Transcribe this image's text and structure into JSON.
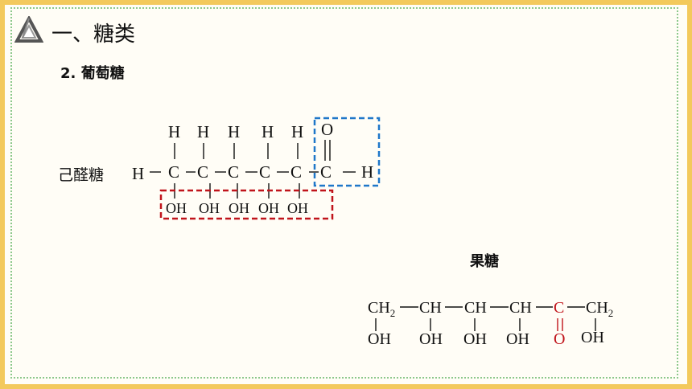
{
  "slide": {
    "section_title": "一、糖类",
    "subtitle": "2. 葡萄糖",
    "glucose_label": "己醛糖",
    "fructose_title": "果糖"
  },
  "glucose": {
    "left_h": "H",
    "top_h": [
      "H",
      "H",
      "H",
      "H",
      "H"
    ],
    "carbons": [
      "C",
      "C",
      "C",
      "C",
      "C",
      "C"
    ],
    "oxygen": "O",
    "right_h": "H",
    "hydroxyls": [
      "OH",
      "OH",
      "OH",
      "OH",
      "OH"
    ]
  },
  "fructose": {
    "groups": [
      "CH",
      "CH",
      "CH",
      "CH",
      "C",
      "CH"
    ],
    "ch2_left": "CH",
    "ch2_left_sub": "2",
    "ch2_right": "CH",
    "ch2_right_sub": "2",
    "bottom": [
      "OH",
      "OH",
      "OH",
      "OH",
      "O",
      "OH"
    ]
  },
  "colors": {
    "border": "#f3c95c",
    "dotted": "#8cc88b",
    "aldehyde_box": "#1f77c9",
    "hydroxyl_box": "#c0141b",
    "ketone": "#c0141b"
  }
}
